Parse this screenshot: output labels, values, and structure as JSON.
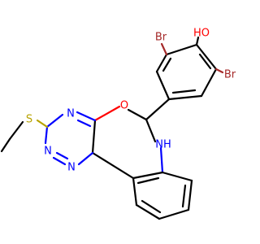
{
  "colors": {
    "bond": "#000000",
    "Br": "#a52a2a",
    "O": "#ff0000",
    "N": "#0000ff",
    "S": "#b8a300",
    "background": "#ffffff"
  },
  "atoms": {
    "br1": "Br",
    "br2": "Br",
    "oh": "HO",
    "o_ring": "O",
    "nh": "NH",
    "n1": "N",
    "n2": "N",
    "n3": "N",
    "s": "S"
  }
}
